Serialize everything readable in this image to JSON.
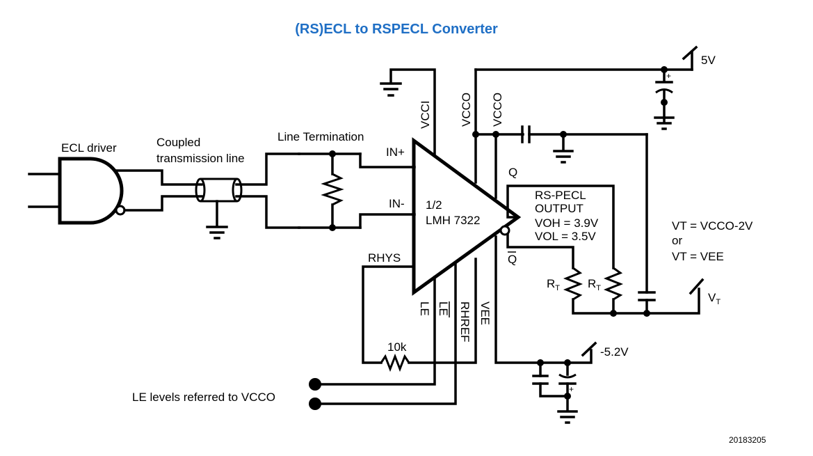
{
  "title": "(RS)ECL to RSPECL Converter",
  "figure_id": "20183205",
  "colors": {
    "title": "#1f6fc5",
    "lines": "#000000",
    "background": "#ffffff"
  },
  "labels": {
    "ecl_driver": "ECL driver",
    "coupled_line_1": "Coupled",
    "coupled_line_2": "transmission line",
    "line_termination": "Line Termination",
    "in_plus": "IN+",
    "in_minus": "IN-",
    "chip_half": "1/2",
    "chip_name": "LMH 7322",
    "vcci": "VCCI",
    "vcco_1": "VCCO",
    "vcco_2": "VCCO",
    "supply_5v": "5V",
    "q": "Q",
    "q_bar": "Q",
    "output_1": "RS-PECL",
    "output_2": "OUTPUT",
    "voh": "VOH = 3.9V",
    "vol": "VOL = 3.5V",
    "rt_1": "R",
    "rt_2": "R",
    "rt_sub": "T",
    "vt_eq_1": "VT = VCCO-2V",
    "vt_or": "or",
    "vt_eq_2": "VT = VEE",
    "vt": "V",
    "vt_sub": "T",
    "rhys": "RHYS",
    "le": "LE",
    "le_bar": "LE",
    "rhref": "RHREF",
    "vee": "VEE",
    "r10k": "10k",
    "supply_neg": "-5.2V",
    "le_levels": "LE levels referred to VCCO"
  }
}
